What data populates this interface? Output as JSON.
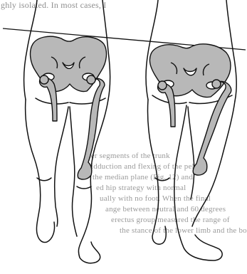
{
  "illustration": {
    "colors": {
      "ink": "#111111",
      "bone_fill": "#b8b8b8",
      "paper": "#ffffff",
      "bleed_text": "#9a9a9a"
    }
  },
  "bleed_text": {
    "top_line": "ghly isolated. In most cases, I",
    "lines": [
      "her segments of the trunk",
      "idduction and flexing of the pelvis",
      "the median plane (Fig. 12) and",
      "ed hip strategy with normal",
      "ually with no foot. When the final",
      "ange between neutral and 60 degrees",
      "erectus group measured the range of",
      "the stance of the lower limb and the body"
    ]
  }
}
